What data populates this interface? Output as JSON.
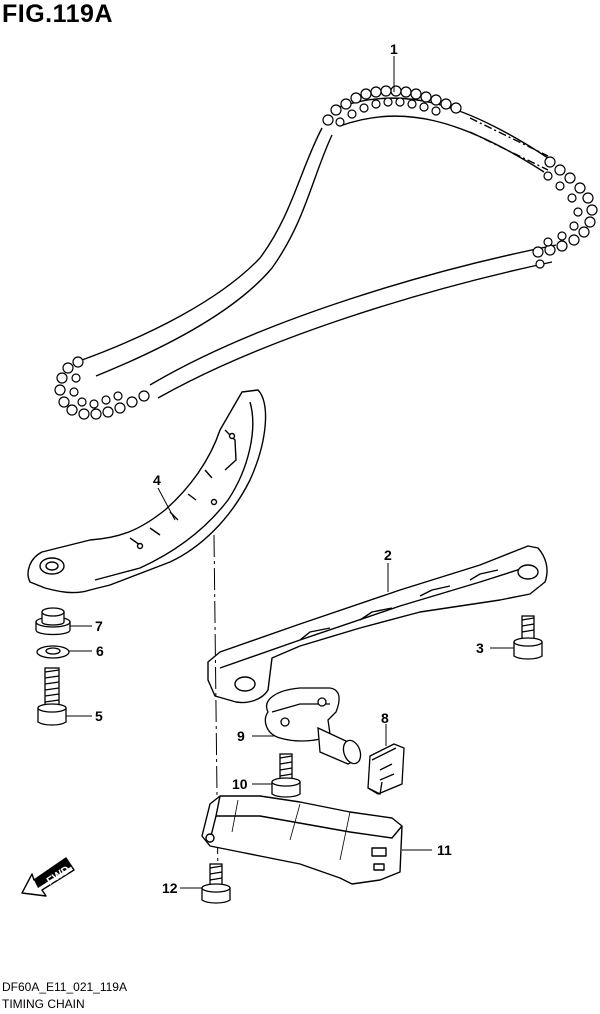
{
  "figure": {
    "title": "FIG.119A"
  },
  "callouts": [
    {
      "id": "1",
      "part": "timing-chain"
    },
    {
      "id": "2",
      "part": "chain-guide"
    },
    {
      "id": "3",
      "part": "guide-bolt"
    },
    {
      "id": "4",
      "part": "chain-tensioner-arm"
    },
    {
      "id": "5",
      "part": "arm-bolt"
    },
    {
      "id": "6",
      "part": "washer"
    },
    {
      "id": "7",
      "part": "bushing"
    },
    {
      "id": "8",
      "part": "tensioner-clip"
    },
    {
      "id": "9",
      "part": "chain-tensioner"
    },
    {
      "id": "10",
      "part": "tensioner-bolt"
    },
    {
      "id": "11",
      "part": "chain-cover"
    },
    {
      "id": "12",
      "part": "cover-bolt"
    }
  ],
  "fwd_label": "FWD",
  "footer": {
    "code": "DF60A_E11_021_119A",
    "name": "TIMING CHAIN"
  }
}
